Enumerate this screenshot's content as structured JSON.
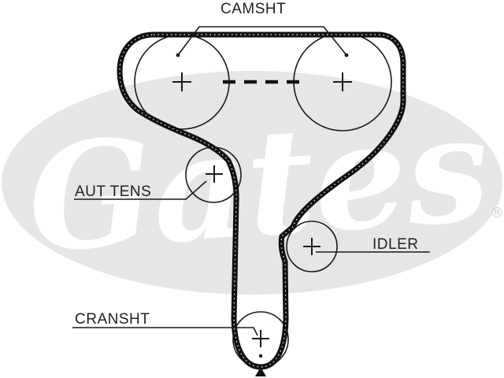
{
  "labels": {
    "camshaft": "CAMSHT",
    "tensioner": "AUT TENS",
    "idler": "IDLER",
    "crankshaft": "CRANSHT"
  },
  "watermark": {
    "text": "Gates",
    "registered": "®",
    "color": "#e6e6e6"
  },
  "colors": {
    "belt": "#111111",
    "line": "#1a1a1a",
    "text": "#222222"
  }
}
